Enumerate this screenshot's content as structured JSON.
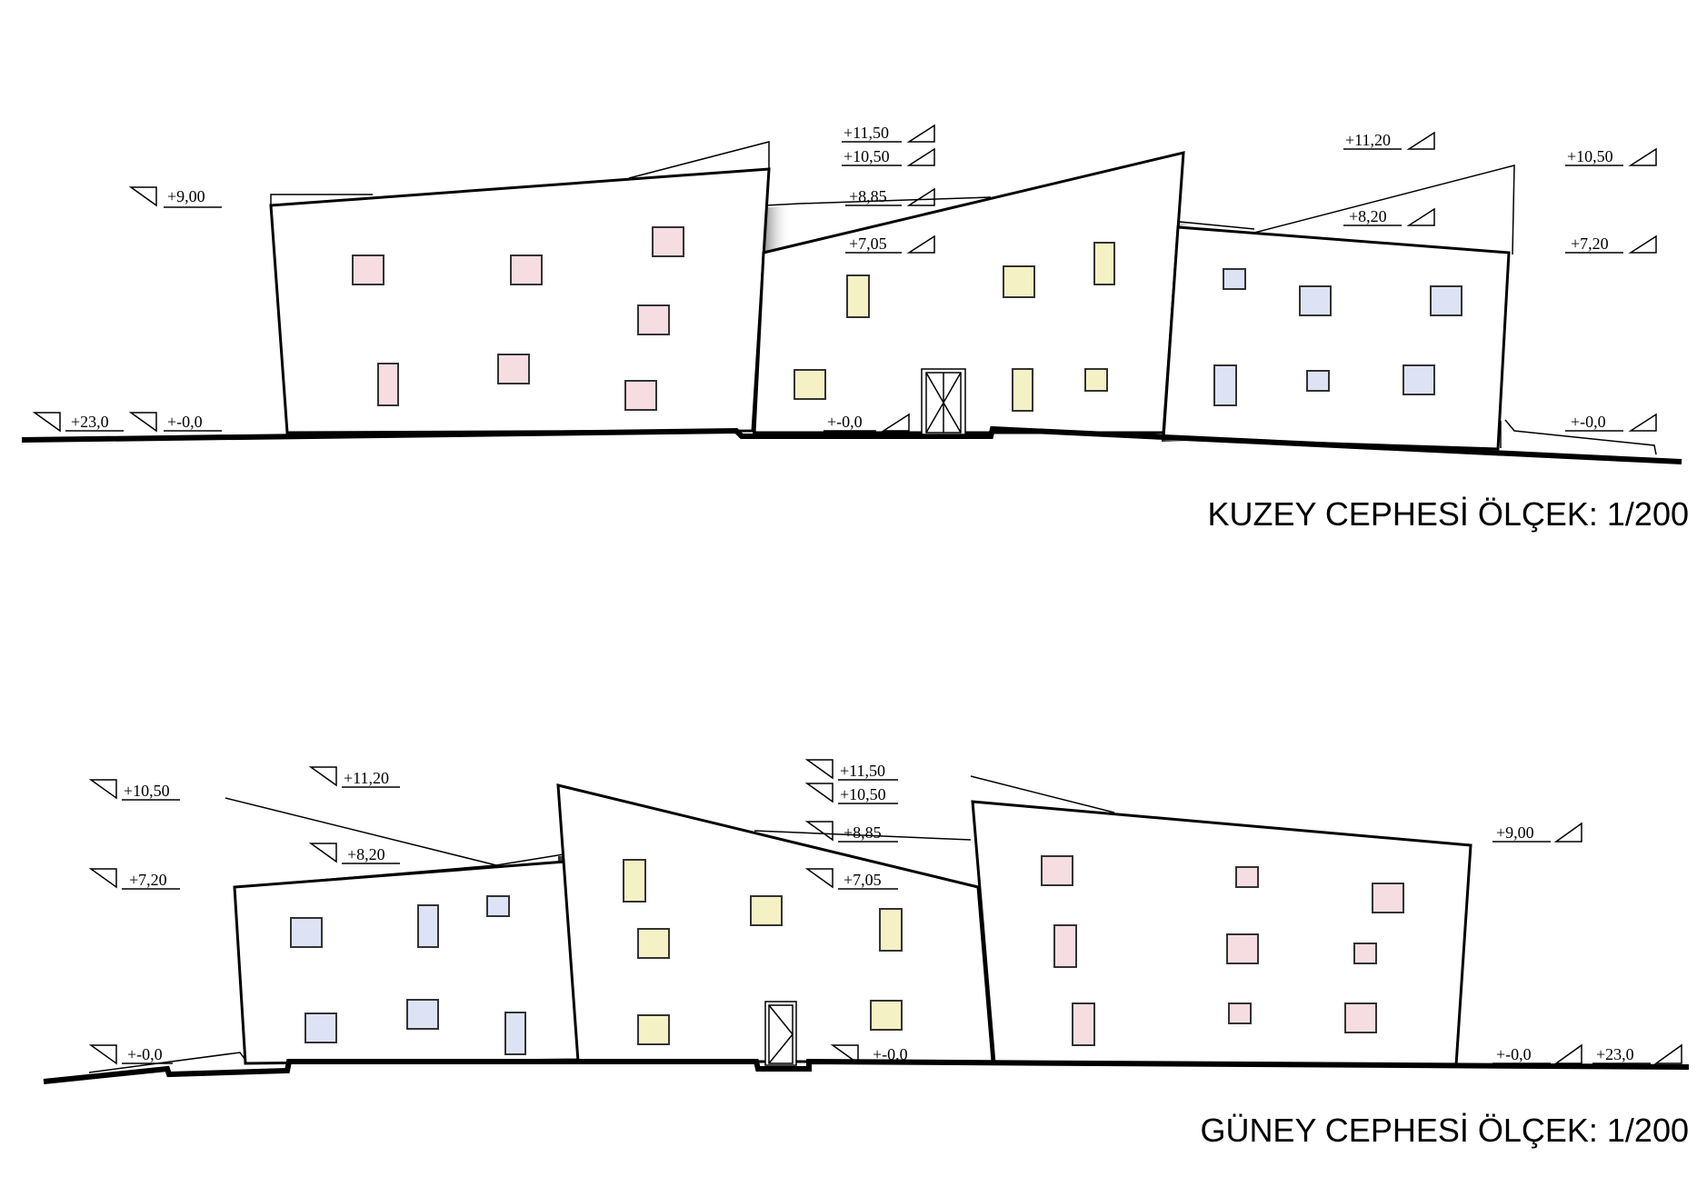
{
  "north": {
    "title": "KUZEY CEPHESİ ÖLÇEK: 1/200",
    "levels": [
      "+9,00",
      "+11,50",
      "+10,50",
      "+8,85",
      "+7,05",
      "+11,20",
      "+10,50",
      "+8,20",
      "+7,20",
      "+23,0",
      "+-0,0",
      "+-0,0",
      "+-0,0"
    ]
  },
  "south": {
    "title": "GÜNEY CEPHESİ ÖLÇEK: 1/200",
    "levels": [
      "+10,50",
      "+11,20",
      "+8,20",
      "+7,20",
      "+11,50",
      "+10,50",
      "+8,85",
      "+7,05",
      "+9,00",
      "+-0,0",
      "+-0,0",
      "+-0,0",
      "+23,0"
    ]
  },
  "colors": {
    "pink_fill": "#f6dde2",
    "yellow_fill": "#f4f2c4",
    "blue_fill": "#dde3f4",
    "line": "#000000",
    "shadow": "#2a2a2a"
  }
}
